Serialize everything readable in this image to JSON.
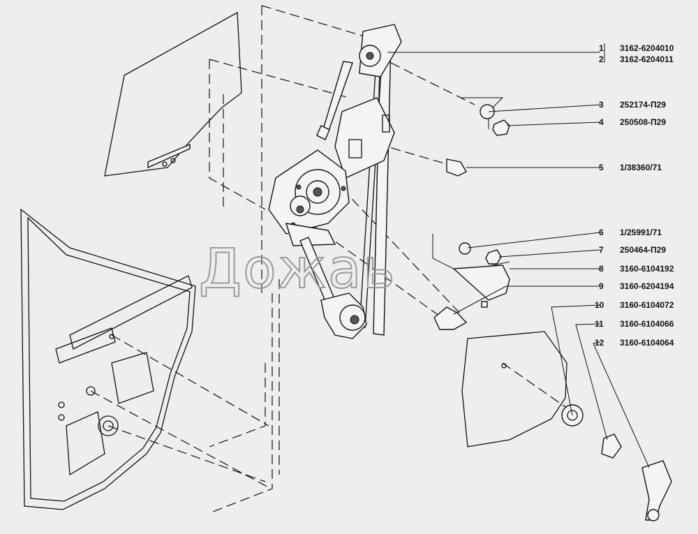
{
  "watermark": "Дожаь",
  "parts": [
    {
      "num": "1",
      "code": "3162-6204010"
    },
    {
      "num": "2",
      "code": "3162-6204011"
    },
    {
      "num": "3",
      "code": "252174-П29"
    },
    {
      "num": "4",
      "code": "250508-П29"
    },
    {
      "num": "5",
      "code": "1/38360/71"
    },
    {
      "num": "6",
      "code": "1/25991/71"
    },
    {
      "num": "7",
      "code": "250464-П29"
    },
    {
      "num": "8",
      "code": "3160-6104192"
    },
    {
      "num": "9",
      "code": "3160-6204194"
    },
    {
      "num": "10",
      "code": "3160-6104072"
    },
    {
      "num": "11",
      "code": "3160-6104066"
    },
    {
      "num": "12",
      "code": "3160-6104064"
    }
  ]
}
